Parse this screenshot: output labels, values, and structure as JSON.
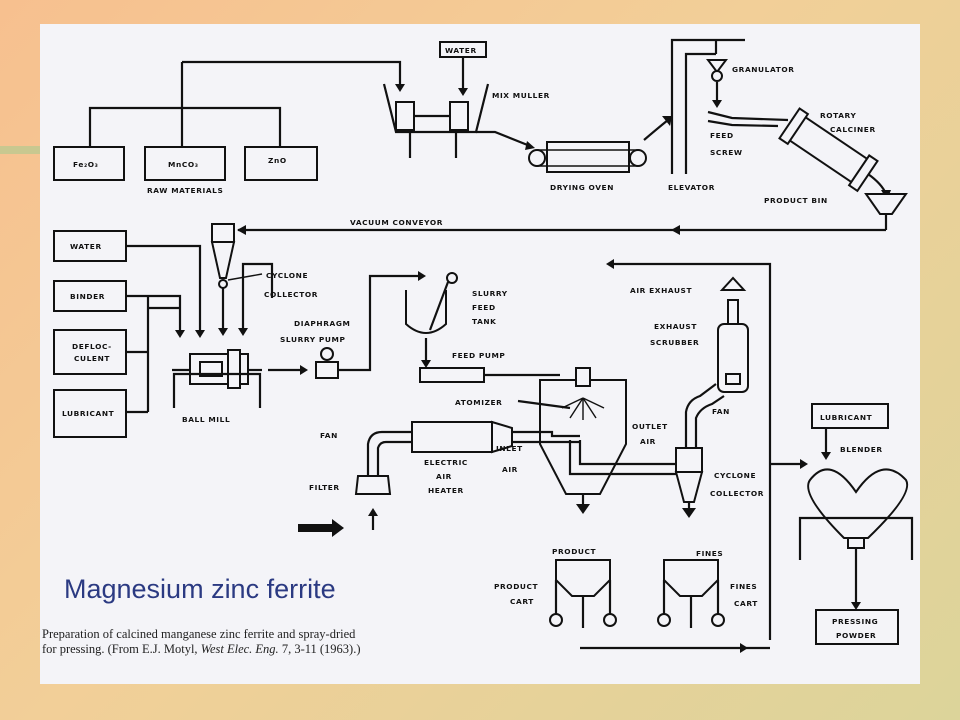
{
  "slide": {
    "title": "Magnesium zinc ferrite",
    "caption_line1": "Preparation of calcined manganese zinc ferrite and spray-dried",
    "caption_line2_a": "for pressing. (From E.J. Motyl, ",
    "caption_line2_source": "West Elec. Eng.",
    "caption_line2_b": " 7, 3-11 (1963).)"
  },
  "colors": {
    "background_top": "#f7c08f",
    "background_bottom": "#dcd49a",
    "title": "#2b3a82",
    "sheet": "#f4f4f8",
    "ink": "#111111"
  },
  "diagram": {
    "labels": {
      "fe2o3": "Fe₂O₃",
      "mnco3": "MnCO₃",
      "zno": "ZnO",
      "raw_materials": "RAW MATERIALS",
      "water_top": "WATER",
      "mix_muller": "MIX MULLER",
      "drying_oven": "DRYING OVEN",
      "elevator": "ELEVATOR",
      "granulator": "GRANULATOR",
      "feed": "FEED",
      "screw": "SCREW",
      "rotary": "ROTARY",
      "calciner": "CALCINER",
      "product_bin": "PRODUCT BIN",
      "vacuum_conveyor": "VACUUM CONVEYOR",
      "water_left": "WATER",
      "binder": "BINDER",
      "defloc": "DEFLOC-",
      "culent": "CULENT",
      "lubricant_left": "LUBRICANT",
      "cyclone": "CYCLONE",
      "collector": "COLLECTOR",
      "diaphragm": "DIAPHRAGM",
      "slurry_pump": "SLURRY PUMP",
      "ball_mill": "BALL MILL",
      "slurry": "SLURRY",
      "feed2": "FEED",
      "tank": "TANK",
      "feed_pump": "FEED PUMP",
      "air_exhaust": "AIR EXHAUST",
      "exhaust": "EXHAUST",
      "scrubber": "SCRUBBER",
      "atomizer": "ATOMIZER",
      "fan_left": "FAN",
      "fan_right": "FAN",
      "outlet": "OUTLET",
      "air_out": "AIR",
      "inlet": "INLET",
      "air_in": "AIR",
      "electric": "ELECTRIC",
      "air_h": "AIR",
      "heater": "HEATER",
      "filter": "FILTER",
      "cyclone2": "CYCLONE",
      "collector2": "COLLECTOR",
      "product": "PRODUCT",
      "fines": "FINES",
      "product_cart1": "PRODUCT",
      "product_cart2": "CART",
      "fines_cart1": "FINES",
      "fines_cart2": "CART",
      "lubricant_right": "LUBRICANT",
      "blender": "BLENDER",
      "pressing": "PRESSING",
      "powder": "POWDER"
    }
  }
}
